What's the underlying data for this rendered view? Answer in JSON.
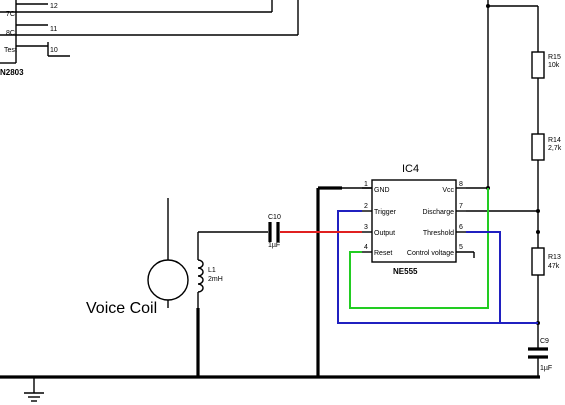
{
  "ic_top": {
    "part": "N2803",
    "pins": [
      {
        "num": "12",
        "label": "7C"
      },
      {
        "num": "11",
        "label": "8C"
      },
      {
        "num": "10",
        "label": "Test"
      }
    ]
  },
  "ic4": {
    "name": "IC4",
    "part": "NE555",
    "left_pins": [
      {
        "num": "1",
        "label": "GND"
      },
      {
        "num": "2",
        "label": "Trigger"
      },
      {
        "num": "3",
        "label": "Output"
      },
      {
        "num": "4",
        "label": "Reset"
      }
    ],
    "right_pins": [
      {
        "num": "8",
        "label": "Vcc"
      },
      {
        "num": "7",
        "label": "Discharge"
      },
      {
        "num": "6",
        "label": "Threshold"
      },
      {
        "num": "5",
        "label": "Control voltage"
      }
    ]
  },
  "components": {
    "r15": {
      "name": "R15",
      "value": "10k"
    },
    "r14": {
      "name": "R14",
      "value": "2,7k"
    },
    "r13": {
      "name": "R13",
      "value": "47k"
    },
    "c9": {
      "name": "C9",
      "value": "1µF"
    },
    "c10": {
      "name": "C10",
      "value": "1µF"
    },
    "l1": {
      "name": "L1",
      "value": "2mH"
    }
  },
  "voice_coil": {
    "label": "Voice Coil"
  },
  "colors": {
    "red_net": "#e02020",
    "green_net": "#22cc22",
    "blue_net": "#2020c0"
  }
}
